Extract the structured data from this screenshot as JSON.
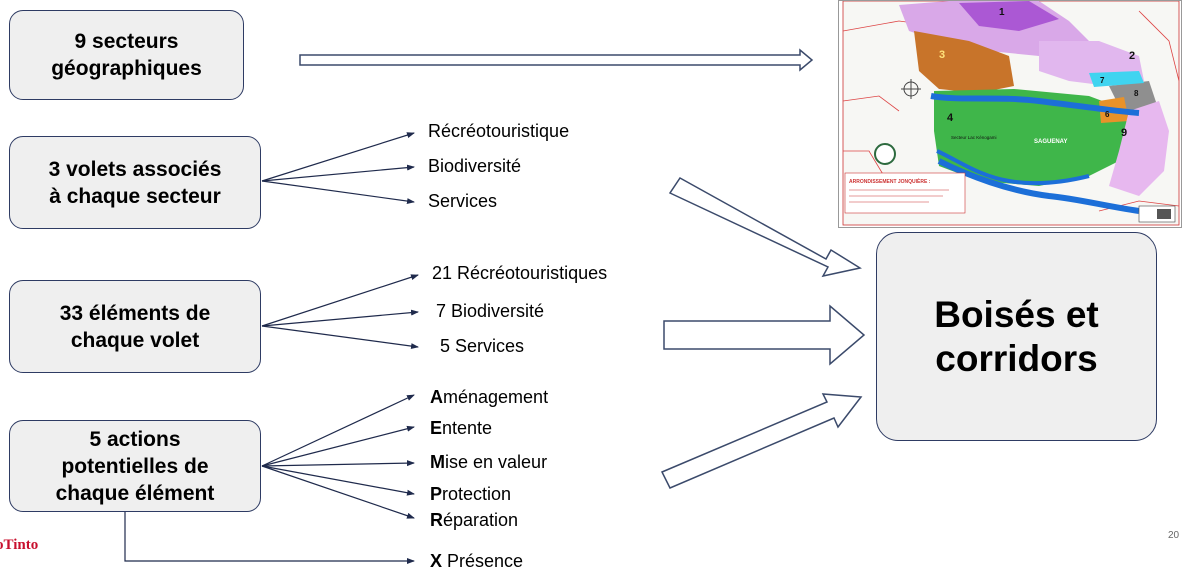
{
  "boxes": {
    "secteurs": [
      "9 secteurs",
      "géographiques"
    ],
    "volets": [
      "3 volets associés",
      "à chaque secteur"
    ],
    "elements": [
      "33 éléments de",
      "chaque volet"
    ],
    "actions": [
      "5 actions",
      "potentielles de",
      "chaque élément"
    ],
    "result": [
      "Boisés et",
      "corridors"
    ]
  },
  "volets_items": [
    "Récréotouristique",
    "Biodiversité",
    "Services"
  ],
  "elements_items": [
    "21 Récréotouristiques",
    "7 Biodiversité",
    "5 Services"
  ],
  "actions_items": [
    {
      "initial": "A",
      "rest": "ménagement"
    },
    {
      "initial": "E",
      "rest": "ntente"
    },
    {
      "initial": "M",
      "rest": "ise en valeur"
    },
    {
      "initial": "P",
      "rest": "rotection"
    },
    {
      "initial": "R",
      "rest": "éparation"
    }
  ],
  "presence_item": {
    "initial": "X",
    "rest": " Présence"
  },
  "map": {
    "sector_numbers": [
      "1",
      "2",
      "3",
      "4",
      "6",
      "7",
      "8",
      "9"
    ],
    "sector_labels": [
      "SAGUENAY",
      "Secteur Lac Kénogami"
    ],
    "legend_title": "ARRONDISSEMENT JONQUIÈRE :",
    "colors": {
      "orange": "#c8742a",
      "green": "#3fb64a",
      "violet": "#d9a8e8",
      "purple": "#a24ad0",
      "blue": "#1c6fd8",
      "gray": "#8f8f8f",
      "cyan": "#40d4f0"
    }
  },
  "logo": "oTinto",
  "page_number": "20",
  "colors": {
    "box_border": "#2e3b63",
    "box_fill": "#efefef",
    "arrow_line": "#1f2a4c",
    "logo": "#c8102e"
  }
}
